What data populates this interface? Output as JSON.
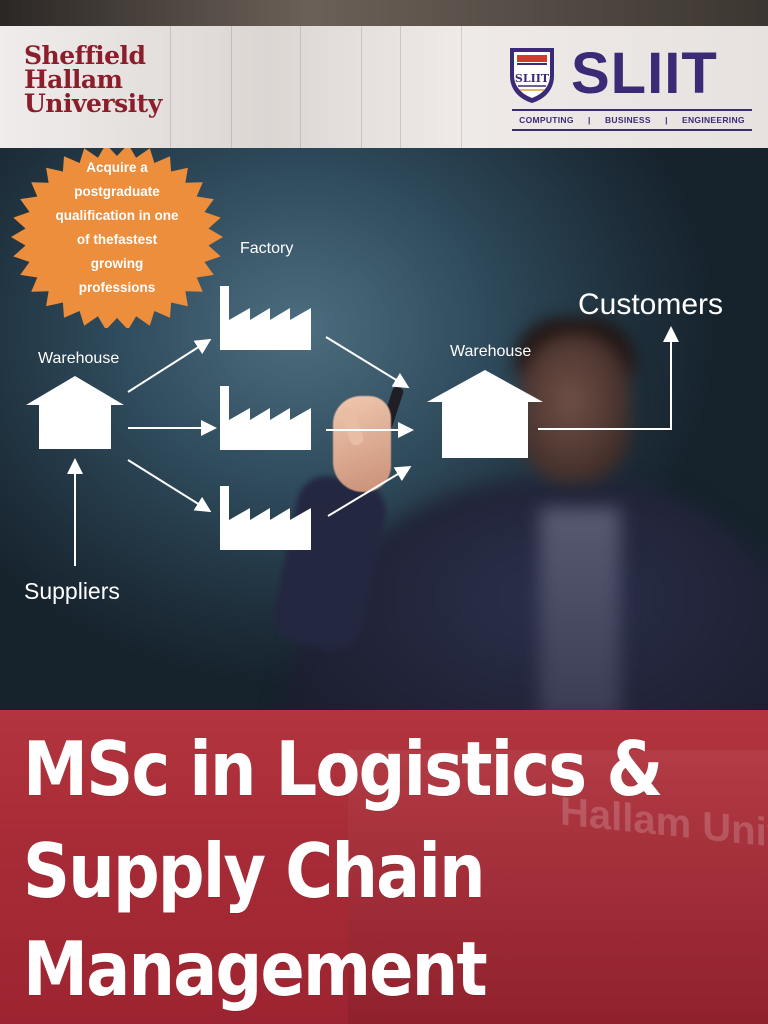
{
  "header": {
    "university": {
      "line1": "Sheffield",
      "line2": "Hallam",
      "line3": "University"
    },
    "sliit": {
      "name": "SLIIT",
      "shield_text": "SLIIT",
      "tags": [
        "COMPUTING",
        "|",
        "BUSINESS",
        "|",
        "ENGINEERING"
      ]
    }
  },
  "badge": {
    "text": "Acquire a postgraduate qualification in one of thefastest growing professions"
  },
  "diagram": {
    "factory_label": "Factory",
    "warehouse_left": "Warehouse",
    "warehouse_right": "Warehouse",
    "customers": "Customers",
    "suppliers": "Suppliers"
  },
  "title": {
    "line1": "MSc in Logistics &",
    "line2": "Supply Chain",
    "line3": "Management"
  },
  "background": {
    "banner_sign": "Hallam Universi"
  },
  "colors": {
    "shu_maroon": "#8c1d2a",
    "sliit_purple": "#3b2a76",
    "badge_orange": "#ec8e3b",
    "banner_red": "#a82c37"
  }
}
